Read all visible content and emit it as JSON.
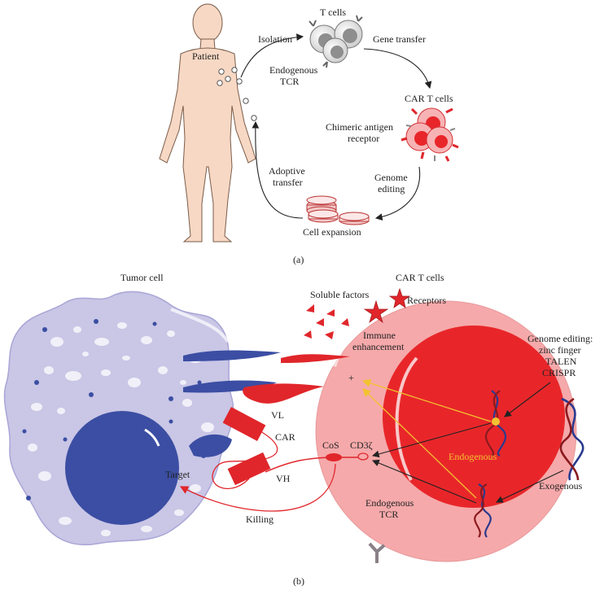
{
  "panel_a": {
    "caption": "(a)",
    "patient": "Patient",
    "isolation": "Isolation",
    "t_cells": "T cells",
    "gene_transfer": "Gene transfer",
    "endogenous_tcr_1": "Endogenous",
    "endogenous_tcr_2": "TCR",
    "car_t_cells": "CAR T cells",
    "chimeric_1": "Chimeric antigen",
    "chimeric_2": "receptor",
    "genome_editing_1": "Genome",
    "genome_editing_2": "editing",
    "adoptive_1": "Adoptive",
    "adoptive_2": "transfer",
    "cell_expansion": "Cell expansion"
  },
  "panel_b": {
    "caption": "(b)",
    "tumor_cell": "Tumor cell",
    "car_t_cells": "CAR T cells",
    "soluble_factors": "Soluble factors",
    "receptors": "Receptors",
    "immune_1": "Immune",
    "immune_2": "enhancement",
    "genome_editing_1": "Genome editing:",
    "genome_editing_2": "zinc finger",
    "genome_editing_3": "TALEN",
    "genome_editing_4": "CRISPR",
    "vl": "VL",
    "car": "CAR",
    "vh": "VH",
    "cos": "CoS",
    "cd3z": "CD3ζ",
    "endogenous": "Endogenous",
    "exogenous": "Exogenous",
    "target": "Target",
    "killing": "Killing",
    "endogenous_tcr_1": "Endogenous",
    "endogenous_tcr_2": "TCR",
    "plus": "+"
  },
  "colors": {
    "tumor": "#c9c6e6",
    "tumor_nucleus": "#3b4ea3",
    "car_cell": "#f5a9aa",
    "car_nucleus": "#e8262a",
    "receptor_red": "#e0262b",
    "skin": "#f7d8c4",
    "yellow": "#f2c230"
  }
}
